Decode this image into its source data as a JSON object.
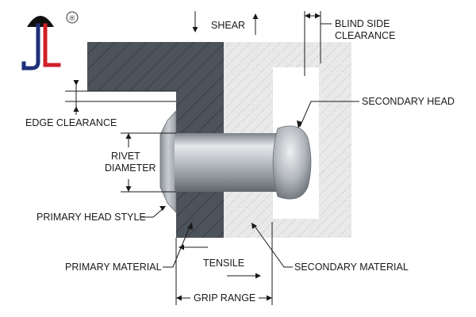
{
  "logo": {
    "text": "JL",
    "registered_mark": "®",
    "colors": {
      "j": "#1f2f7a",
      "l": "#d0202a",
      "arch": "#111111"
    }
  },
  "labels": {
    "shear": "SHEAR",
    "blind_side_clearance_line1": "BLIND SIDE",
    "blind_side_clearance_line2": "CLEARANCE",
    "secondary_head": "SECONDARY HEAD",
    "edge_clearance": "EDGE CLEARANCE",
    "rivet_diameter_line1": "RIVET",
    "rivet_diameter_line2": "DIAMETER",
    "primary_head_style": "PRIMARY HEAD STYLE",
    "primary_material": "PRIMARY MATERIAL",
    "tensile": "TENSILE",
    "secondary_material": "SECONDARY MATERIAL",
    "grip_range": "GRIP RANGE"
  },
  "colors": {
    "primary_material": "#4d535a",
    "secondary_material": "#e6e6e6",
    "rivet": "#b8bdc2"
  }
}
